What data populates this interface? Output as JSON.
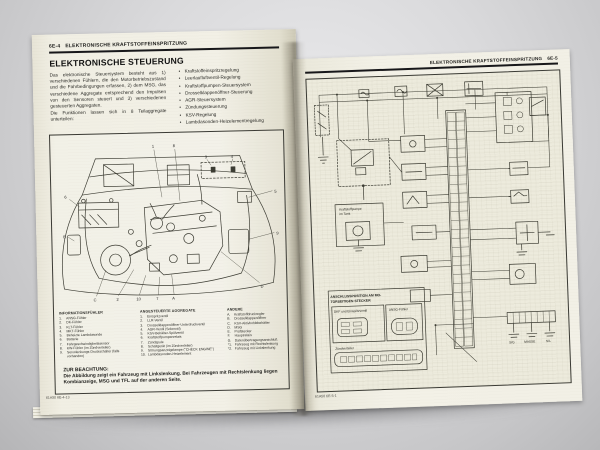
{
  "left_page": {
    "header": {
      "page_num": "6E-4",
      "title": "ELEKTRONISCHE KRAFTSTOFFEINSPRITZUNG"
    },
    "section_title": "ELEKTRONISCHE STEUERUNG",
    "intro": {
      "paragraph": "Das elektronische Steuersystem besteht aus 1) verschiedenen Fühlern, die den Motorbetriebszustand und die Fahrbedingungen erfassen, 2) dem MSG, das verschiedene Aggregate entsprechend den Impulsen von den Sensoren steuert und 3) verschiedenen gesteuerten Aggregaten.",
      "paragraph2": "Die Funktionen lassen sich in 8 Teilaggregate unterteilen:"
    },
    "subsystem_bullets": [
      "Kraftstoffeinspritzregelung",
      "Leerlaufluftventil-Regelung",
      "Kraftstoffpumpen-Steuersystem",
      "Drosselklappenöffner-Steuerung",
      "AGR-Steuersystem",
      "Zündungssteuerung",
      "KSV-Regelung",
      "Lambdasonden-Heizelementregelung"
    ],
    "figure": {
      "callouts": [
        "1",
        "8",
        "3",
        "4",
        "5",
        "9",
        "D",
        "2",
        "10",
        "7",
        "A",
        "6",
        "B",
        "C"
      ],
      "legend": {
        "col1": {
          "title": "INFORMATIONSFÜHLER",
          "items": [
            {
              "n": "1.",
              "t": "ANSG-Fühler"
            },
            {
              "n": "2.",
              "t": "DK-Fühler"
            },
            {
              "n": "3.",
              "t": "KLT-Fühler"
            },
            {
              "n": "4.",
              "t": "MKT-Fühler"
            },
            {
              "n": "5.",
              "t": "Beheizte Lambdasonde"
            },
            {
              "n": "6.",
              "t": "Batterie"
            },
            {
              "n": "7.",
              "t": "Fahrgeschwindigkeitssensor"
            },
            {
              "n": "8.",
              "t": "KW-Fühler (im Zündverteiler)"
            },
            {
              "n": "9.",
              "t": "Servolenkungs-Druckschalter (falls vorhanden)"
            }
          ]
        },
        "col2": {
          "title": "ANGESTEUERTE AGGREGATE",
          "items": [
            {
              "n": "1.",
              "t": "Einspritzventil"
            },
            {
              "n": "2.",
              "t": "LLR-Ventil"
            },
            {
              "n": "3.",
              "t": "Drosselklappenöffner-Unterdruckventil"
            },
            {
              "n": "4.",
              "t": "AGR-Ventil (Solenoid)"
            },
            {
              "n": "5.",
              "t": "KSV-Behälter-Spülventil"
            },
            {
              "n": "6.",
              "t": "Kraftstoffpumpenrelais"
            },
            {
              "n": "7.",
              "t": "Zündspule"
            },
            {
              "n": "8.",
              "t": "Schaltgerät (im Zündverteiler)"
            },
            {
              "n": "9.",
              "t": "Störungsanzeigelampe (\"CHECK ENGINE\")"
            },
            {
              "n": "10.",
              "t": "Lambdasonden-Heizelement"
            }
          ]
        },
        "col3": {
          "title": "ANDERE",
          "items": [
            {
              "n": "A.",
              "t": "Kraftstoffdruckregler"
            },
            {
              "n": "B.",
              "t": "Drosselklappenöffner"
            },
            {
              "n": "C.",
              "t": "KSV-Aktivkohlebehälter"
            },
            {
              "n": "D.",
              "t": "MSG"
            },
            {
              "n": "E.",
              "t": "Prüfstecker"
            },
            {
              "n": "F.",
              "t": "Hauptrelais"
            },
            {
              "n": "G.",
              "t": "Datenübertragungsanschluß"
            },
            {
              "n": "*1.",
              "t": "Fahrzeug mit Rechtslenkung"
            },
            {
              "n": "*2.",
              "t": "Fahrzeug mit Linkslenkung"
            }
          ]
        }
      },
      "note": {
        "title": "ZUR BEACHTUNG:",
        "text": "Die Abbildung zeigt ein Fahrzeug mit Linkslenkung. Bei Fahrzeugen mit Rechtslenkung liegen Kombianzeige, MSG und TFL auf der anderen Seite."
      }
    },
    "figure_code": "61A50 6E-4-13"
  },
  "right_page": {
    "header": {
      "title": "ELEKTRONISCHE KRAFTSTOFFEINSPRITZUNG",
      "page_num": "6E-5"
    },
    "schematic": {
      "pump_box_label_1": "Kraftstoffpumpe",
      "pump_box_label_2": "im Tank",
      "connector_box": {
        "title_1": "ANSCHLUSSPOSITION AM MO-",
        "title_2": "TORSEITIGEN STECKER",
        "connector1_label": "DKF und Einspritzventil",
        "connector2_label": "ANSG-Fühler",
        "connector3_label": "Zündverteiler"
      },
      "ground_labels": {
        "g1": "S/G",
        "g2": "MASSE",
        "g3": "S/L"
      }
    },
    "figure_code": "61A50 6E-5-1"
  }
}
